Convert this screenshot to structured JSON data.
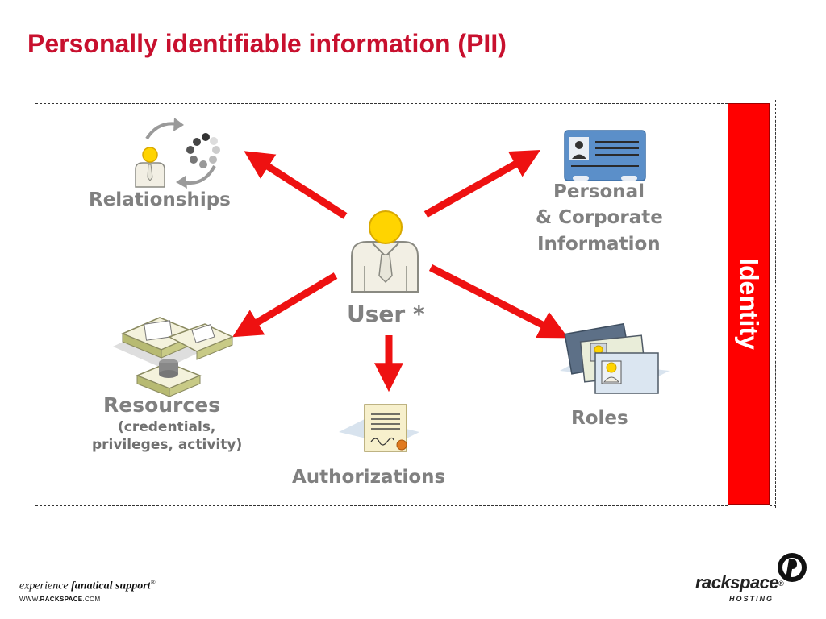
{
  "title": "Personally identifiable information (PII)",
  "identity_label": "Identity",
  "center": {
    "label": "User *"
  },
  "nodes": {
    "relationships": {
      "label": "Relationships"
    },
    "personal": {
      "line1": "Personal",
      "line2": "& Corporate",
      "line3": "Information"
    },
    "resources": {
      "label": "Resources",
      "sub1": "(credentials,",
      "sub2": "privileges, activity)"
    },
    "authorizations": {
      "label": "Authorizations"
    },
    "roles": {
      "label": "Roles"
    }
  },
  "footer": {
    "tagline_prefix": "experience",
    "tagline_bold": "fanatical support",
    "trademark": "®",
    "url_prefix": "WWW.",
    "url_bold": "RACKSPACE",
    "url_suffix": ".COM",
    "logo_word": "rackspace",
    "logo_reg": "®",
    "logo_sub": "HOSTING"
  },
  "colors": {
    "title": "#c8102e",
    "arrow": "#ee1111",
    "identity_bar": "#ff0000",
    "label_gray": "#808080"
  }
}
